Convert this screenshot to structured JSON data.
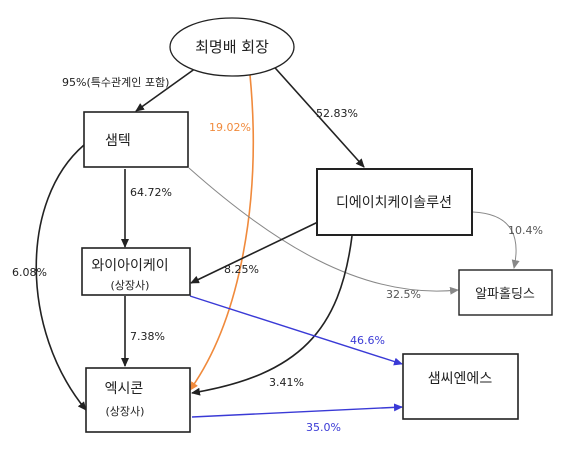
{
  "diagram": {
    "nodes": {
      "chairman": {
        "label": "최명배 회장"
      },
      "samtek": {
        "label": "샘텍"
      },
      "dh_solution": {
        "label": "디에이치케이솔루션"
      },
      "wiik": {
        "label": "와이아이케이",
        "sub": "(상장사)"
      },
      "alpha": {
        "label": "알파홀딩스"
      },
      "samsie": {
        "label": "샘씨엔에스"
      },
      "exicon": {
        "label": "엑시콘",
        "sub": "(상장사)"
      }
    },
    "edges": {
      "chairman_samtek": {
        "label": "95%(특수관계인 포함)",
        "color": "#222222"
      },
      "chairman_exicon": {
        "label": "19.02%",
        "color": "#f08a3c"
      },
      "chairman_dh": {
        "label": "52.83%",
        "color": "#222222"
      },
      "samtek_wiik": {
        "label": "64.72%",
        "color": "#222222"
      },
      "samtek_exicon": {
        "label": "6.08%",
        "color": "#222222"
      },
      "samtek_alpha": {
        "label": "32.5%",
        "color": "#888888"
      },
      "dh_alpha": {
        "label": "10.4%",
        "color": "#888888"
      },
      "dh_wiik": {
        "label": "8.25%",
        "color": "#222222"
      },
      "dh_exicon": {
        "label": "3.41%",
        "color": "#222222"
      },
      "wiik_exicon": {
        "label": "7.38%",
        "color": "#222222"
      },
      "wiik_samsie": {
        "label": "46.6%",
        "color": "#3a3ad6"
      },
      "exicon_samsie": {
        "label": "35.0%",
        "color": "#3a3ad6"
      }
    }
  }
}
